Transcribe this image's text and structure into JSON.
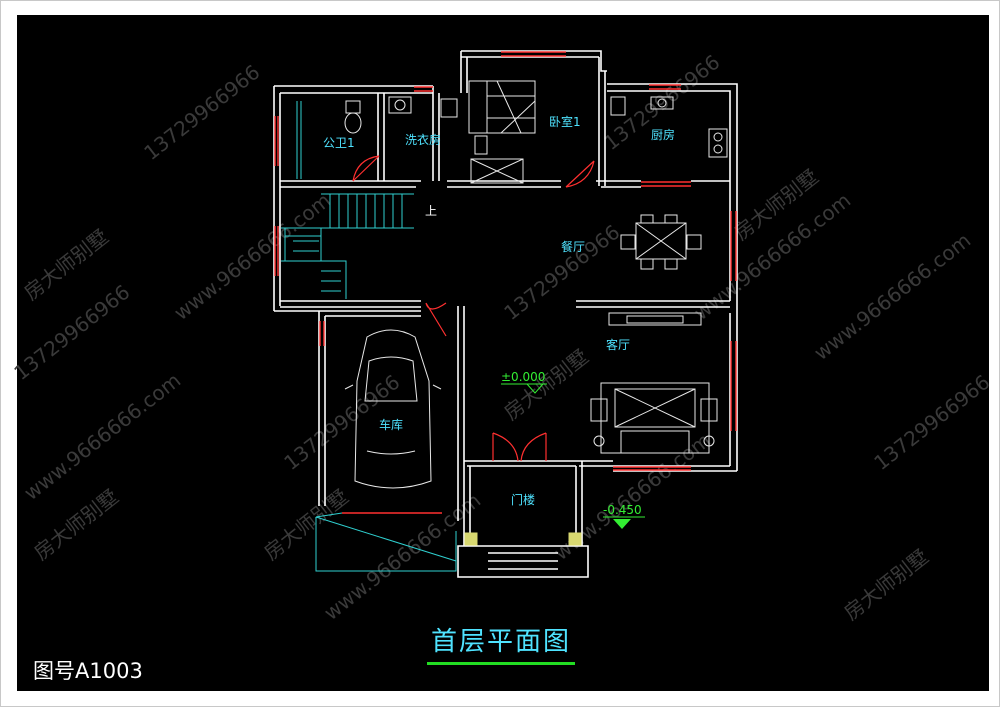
{
  "drawing": {
    "title": "首层平面图",
    "number": "图号A1003"
  },
  "rooms": {
    "public_wc": "公卫1",
    "laundry": "洗衣房",
    "bedroom": "卧室1",
    "kitchen": "厨房",
    "dining": "餐厅",
    "living": "客厅",
    "garage": "车库",
    "porch": "门楼"
  },
  "annotations": {
    "stair_up": "上",
    "level_main": "±0.000",
    "level_porch": "-0.450"
  },
  "watermark": {
    "brand": "房大师别墅",
    "phone": "13729966966",
    "site": "www.9666666.com"
  },
  "colors": {
    "background": "#000000",
    "wall": "#ffffff",
    "window": "#ff3030",
    "fixture": "#e8e8e8",
    "text_cyan": "#4fe3ff",
    "stair": "#2fd0d0",
    "level_green": "#33ee33",
    "title_underline": "#22dd22",
    "watermark": "#3a3a3a",
    "door": "#ff3030",
    "porch_column": "#d8d870"
  }
}
